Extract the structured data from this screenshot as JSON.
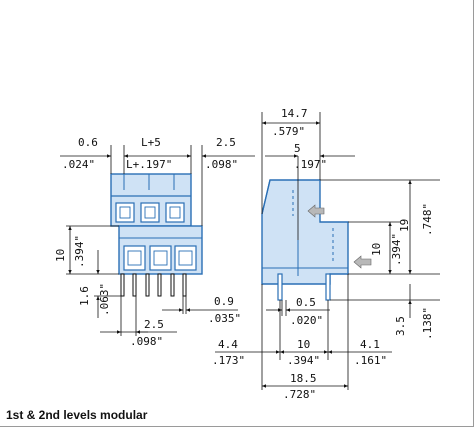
{
  "caption": "1st & 2nd levels modular",
  "colors": {
    "part_blue": "#2a6fb5",
    "part_fill": "#cfe2f5",
    "line_black": "#111111",
    "arrow_gray": "#b8b8b8",
    "background": "#ffffff"
  },
  "dimensions": {
    "front_left_mm": "0.6",
    "front_left_in": ".024\"",
    "pitch_mm": "L+5",
    "pitch_in": "L+.197\"",
    "front_right_mm": "2.5",
    "front_right_in": ".098\"",
    "body_height_mm": "10",
    "body_height_in": ".394\"",
    "pin_length_mm": "1.6",
    "pin_length_in": ".063\"",
    "pin_offset_mm": "2.5",
    "pin_offset_in": ".098\"",
    "pin_width_mm": "0.9",
    "pin_width_in": ".035\"",
    "top_width_mm": "14.7",
    "top_width_in": ".579\"",
    "top_step_mm": "5",
    "top_step_in": ".197\"",
    "total_height_mm": "19",
    "total_height_in": ".748\"",
    "lower_height_mm": "10",
    "lower_height_in": ".394\"",
    "pin_gap_mm": "0.5",
    "pin_gap_in": ".020\"",
    "left_offset_mm": "4.4",
    "left_offset_in": ".173\"",
    "pin_span_mm": "10",
    "pin_span_in": ".394\"",
    "right_offset_mm": "4.1",
    "right_offset_in": ".161\"",
    "overall_mm": "18.5",
    "overall_in": ".728\"",
    "pin_extension_mm": "3.5",
    "pin_extension_in": ".138\""
  }
}
